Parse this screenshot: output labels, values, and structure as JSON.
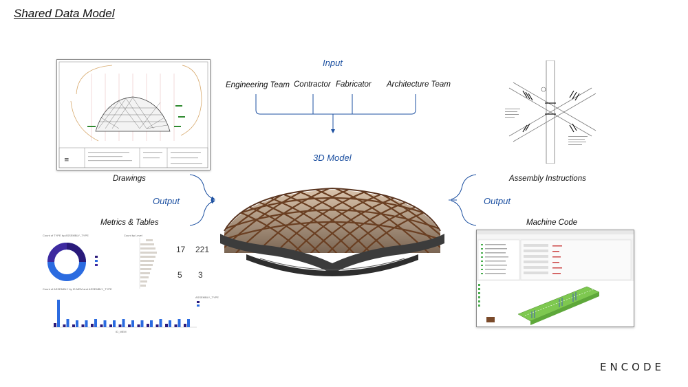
{
  "slide": {
    "title": "Shared Data Model"
  },
  "input": {
    "heading": "Input",
    "teams": [
      "Engineering Team",
      "Contractor",
      "Fabricator",
      "Architecture Team"
    ]
  },
  "center": {
    "label": "3D Model"
  },
  "left": {
    "output_label": "Output",
    "drawings_label": "Drawings",
    "metrics_label": "Metrics & Tables"
  },
  "right": {
    "output_label": "Output",
    "assembly_label": "Assembly Instructions",
    "machine_label": "Machine Code"
  },
  "metrics": {
    "donut_title": "Count of TYPE by ASSEMBLY_TYPE",
    "bar_title": "Count by Level",
    "kpis": [
      "17",
      "221",
      "5",
      "3"
    ],
    "bottom_title": "Count of ASSEMBLY by ID MEM and ASSEMBLY_TYPE",
    "bottom_axis": "ID_MEM",
    "legend_title": "ASSEMBLY_TYPE"
  },
  "colors": {
    "accent_blue": "#1b4fa0",
    "chart_blue": "#2b6be0",
    "chart_navy": "#2a1a7a",
    "timber": "#8a5a3a",
    "steel": "#3c3c3c"
  },
  "brand": {
    "logo": "ENCODE"
  }
}
